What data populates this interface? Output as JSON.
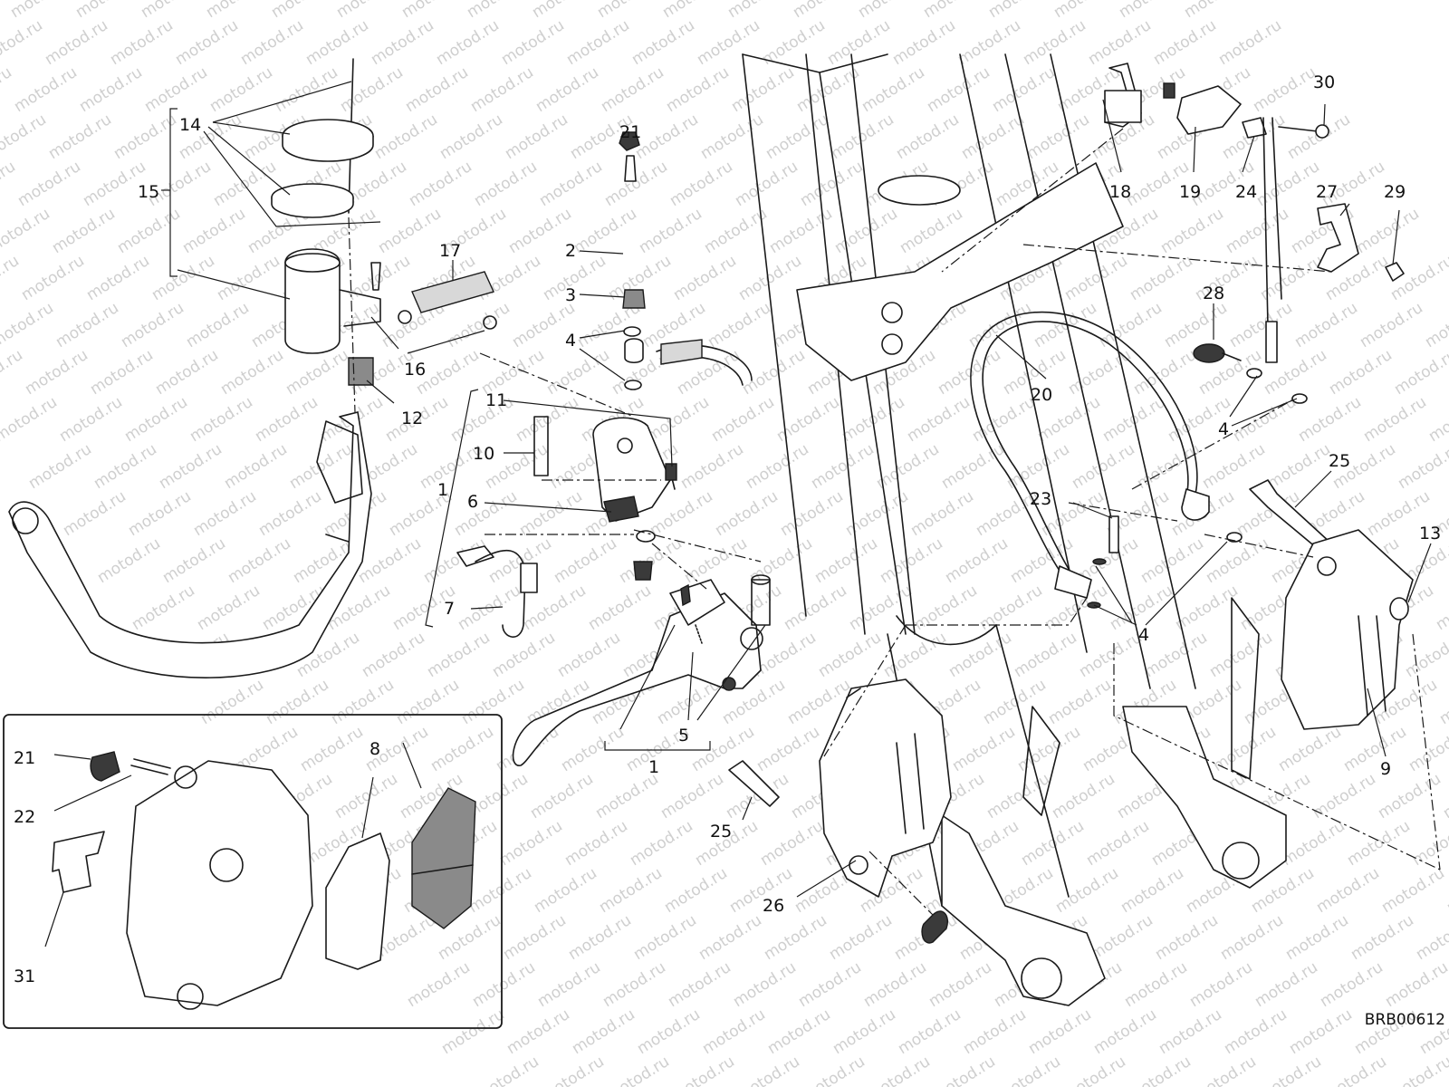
{
  "drawing_code": "BRB00612",
  "watermark": "motod.ru",
  "callouts": {
    "c1a": "1",
    "c1b": "1",
    "c2": "2",
    "c3": "3",
    "c4a": "4",
    "c4b": "4",
    "c4c": "4",
    "c5": "5",
    "c6": "6",
    "c7": "7",
    "c8": "8",
    "c9": "9",
    "c10": "10",
    "c11": "11",
    "c12": "12",
    "c13": "13",
    "c14": "14",
    "c15": "15",
    "c16": "16",
    "c17": "17",
    "c18": "18",
    "c19": "19",
    "c20": "20",
    "c21a": "21",
    "c21b": "21",
    "c22": "22",
    "c23": "23",
    "c24": "24",
    "c25a": "25",
    "c25b": "25",
    "c26": "26",
    "c27": "27",
    "c28": "28",
    "c29": "29",
    "c30": "30",
    "c31": "31"
  }
}
